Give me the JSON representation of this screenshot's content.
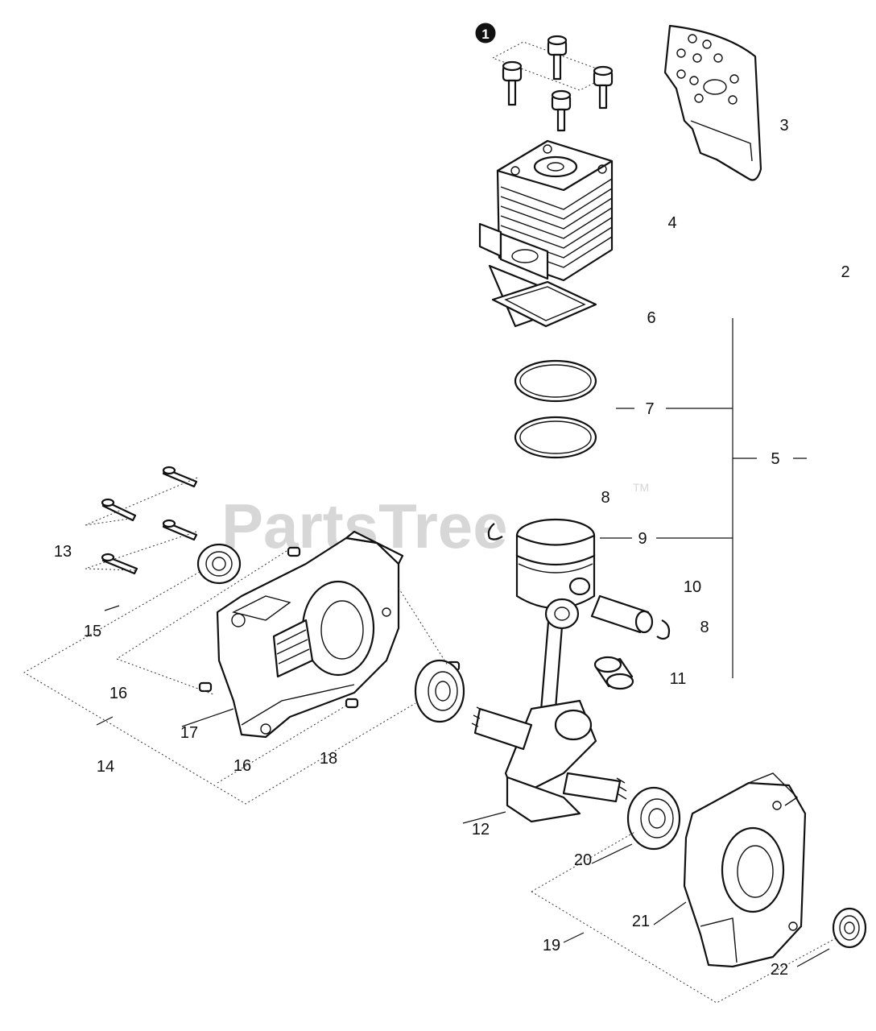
{
  "watermark": {
    "text": "PartsTree",
    "trademark": "TM"
  },
  "marker": {
    "text": "1"
  },
  "callouts": [
    {
      "id": "c2",
      "text": "2"
    },
    {
      "id": "c3",
      "text": "3"
    },
    {
      "id": "c4",
      "text": "4"
    },
    {
      "id": "c5",
      "text": "5"
    },
    {
      "id": "c6",
      "text": "6"
    },
    {
      "id": "c7",
      "text": "7"
    },
    {
      "id": "c8a",
      "text": "8"
    },
    {
      "id": "c8b",
      "text": "8"
    },
    {
      "id": "c9",
      "text": "9"
    },
    {
      "id": "c10",
      "text": "10"
    },
    {
      "id": "c11",
      "text": "11"
    },
    {
      "id": "c12",
      "text": "12"
    },
    {
      "id": "c13",
      "text": "13"
    },
    {
      "id": "c14",
      "text": "14"
    },
    {
      "id": "c15",
      "text": "15"
    },
    {
      "id": "c16a",
      "text": "16"
    },
    {
      "id": "c16b",
      "text": "16"
    },
    {
      "id": "c17",
      "text": "17"
    },
    {
      "id": "c18",
      "text": "18"
    },
    {
      "id": "c19",
      "text": "19"
    },
    {
      "id": "c20",
      "text": "20"
    },
    {
      "id": "c21",
      "text": "21"
    },
    {
      "id": "c22",
      "text": "22"
    }
  ]
}
